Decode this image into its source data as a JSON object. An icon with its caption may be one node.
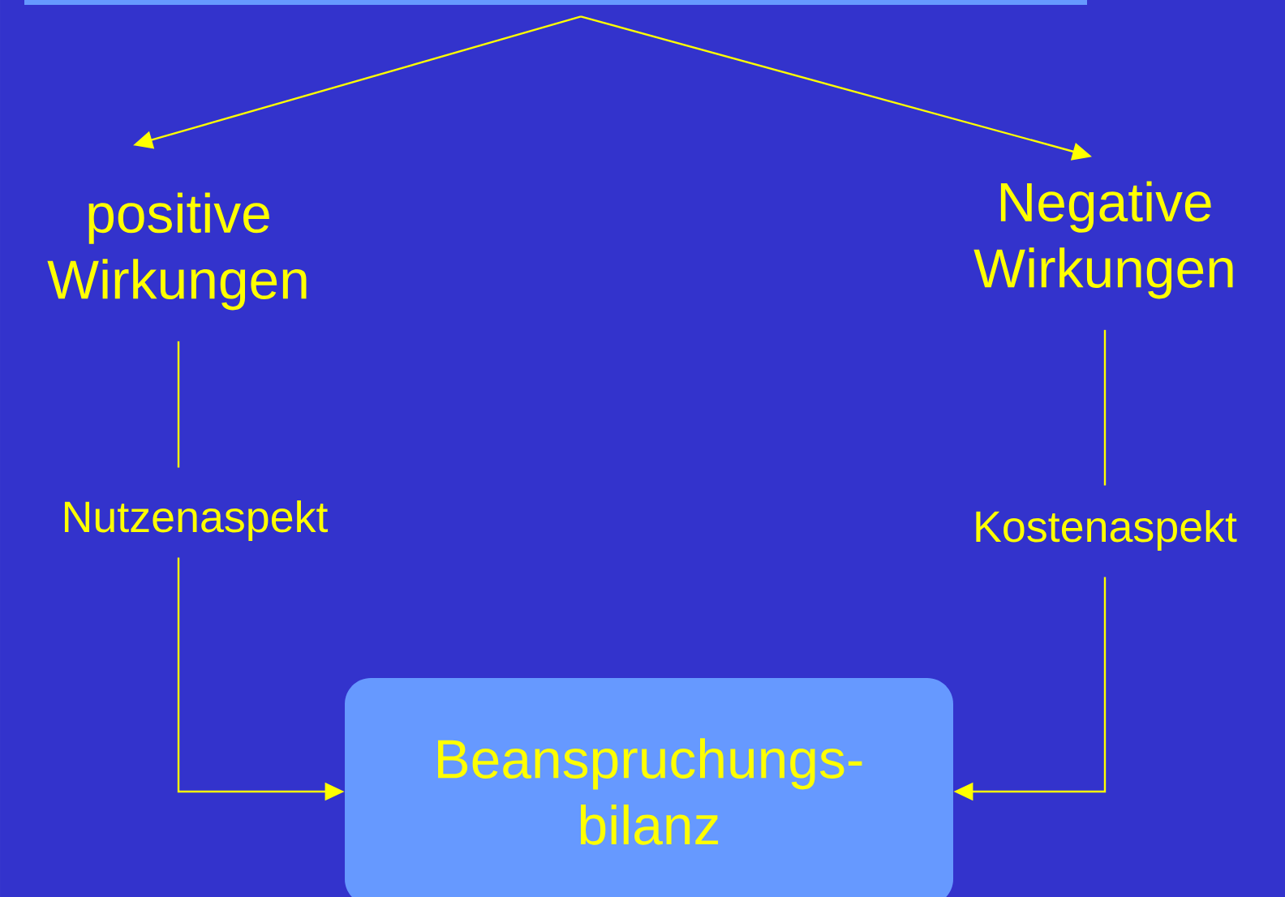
{
  "diagram": {
    "nodes": [
      {
        "text": [],
        "shape": "box"
      },
      {
        "text": [
          "positive Wirkungen"
        ]
      },
      {
        "text": [
          "Negative Wirkungen"
        ]
      },
      {
        "text": [
          "Nutzenaspekt"
        ]
      },
      {
        "text": [
          "Kostenaspekt"
        ]
      },
      {
        "text": [
          "Beanspruchungs- bilanz"
        ]
      }
    ],
    "edges": [
      {
        "from": 0,
        "to": 1,
        "arrow": "to"
      },
      {
        "from": 0,
        "to": 2,
        "arrow": "to"
      },
      {
        "from": 1,
        "to": 3,
        "arrow": "none"
      },
      {
        "from": 3,
        "to": 5,
        "arrow": "to"
      },
      {
        "from": 2,
        "to": 4,
        "arrow": "none"
      },
      {
        "from": 4,
        "to": 5,
        "arrow": "to"
      }
    ]
  }
}
